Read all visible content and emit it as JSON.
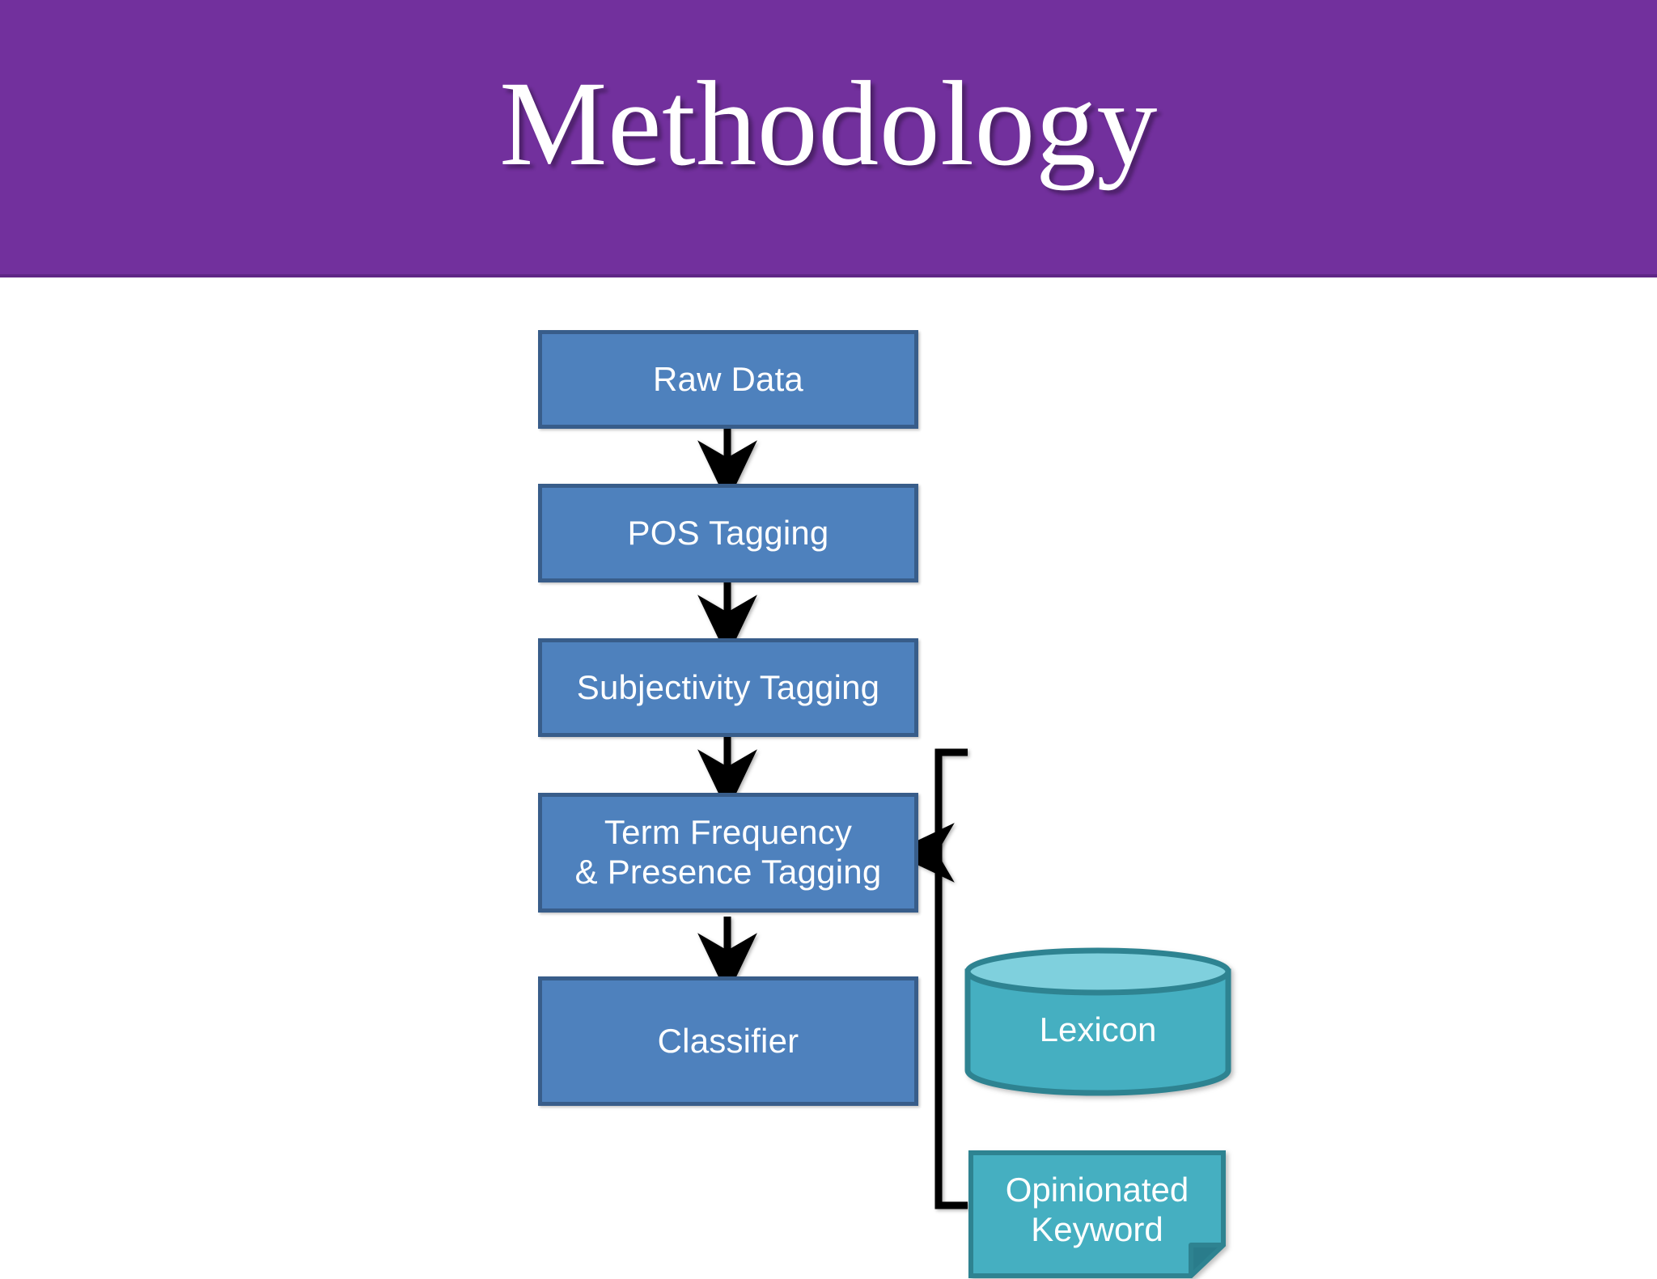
{
  "slide": {
    "title": "Methodology",
    "banner_color": "#72309D",
    "background_color": "#FFFFFF",
    "title_color": "#FFFFFF"
  },
  "theme": {
    "process_fill": "#4E81BD",
    "process_stroke": "#385D8A",
    "process_text": "#FFFFFF",
    "data_fill": "#45AFC1",
    "data_fill_light": "#7FD0DD",
    "data_stroke": "#2E8391",
    "data_fold": "#2A7C8B",
    "arrow_color": "#000000"
  },
  "flow": {
    "steps": [
      {
        "id": "raw-data",
        "label": "Raw Data",
        "lines": [
          "Raw Data"
        ]
      },
      {
        "id": "pos-tagging",
        "label": "POS Tagging",
        "lines": [
          "POS Tagging"
        ]
      },
      {
        "id": "subjectivity",
        "label": "Subjectivity Tagging",
        "lines": [
          "Subjectivity Tagging"
        ]
      },
      {
        "id": "term-frequency",
        "label": "Term Frequency & Presence Tagging",
        "lines": [
          "Term Frequency",
          "& Presence Tagging"
        ]
      },
      {
        "id": "classifier",
        "label": "Classifier",
        "lines": [
          "Classifier"
        ]
      }
    ],
    "resources": [
      {
        "id": "lexicon",
        "label": "Lexicon",
        "shape": "cylinder",
        "lines": [
          "Lexicon"
        ]
      },
      {
        "id": "opinionated",
        "label": "Opinionated Keyword",
        "shape": "folded-corner",
        "lines": [
          "Opinionated",
          "Keyword"
        ]
      }
    ],
    "connections": [
      {
        "from": "raw-data",
        "to": "pos-tagging",
        "style": "straight-down"
      },
      {
        "from": "pos-tagging",
        "to": "subjectivity",
        "style": "straight-down"
      },
      {
        "from": "subjectivity",
        "to": "term-frequency",
        "style": "straight-down"
      },
      {
        "from": "term-frequency",
        "to": "classifier",
        "style": "straight-down"
      },
      {
        "from": "lexicon",
        "to": "term-frequency",
        "style": "elbow-left"
      },
      {
        "from": "opinionated",
        "to": "term-frequency",
        "style": "elbow-left"
      }
    ]
  },
  "step_text": {
    "raw_data": "Raw Data",
    "pos_tagging": "POS Tagging",
    "subjectivity": "Subjectivity Tagging",
    "term_freq_line1": "Term Frequency",
    "term_freq_line2": "& Presence Tagging",
    "classifier": "Classifier",
    "lexicon": "Lexicon",
    "opinionated_line1": "Opinionated",
    "opinionated_line2": "Keyword"
  }
}
